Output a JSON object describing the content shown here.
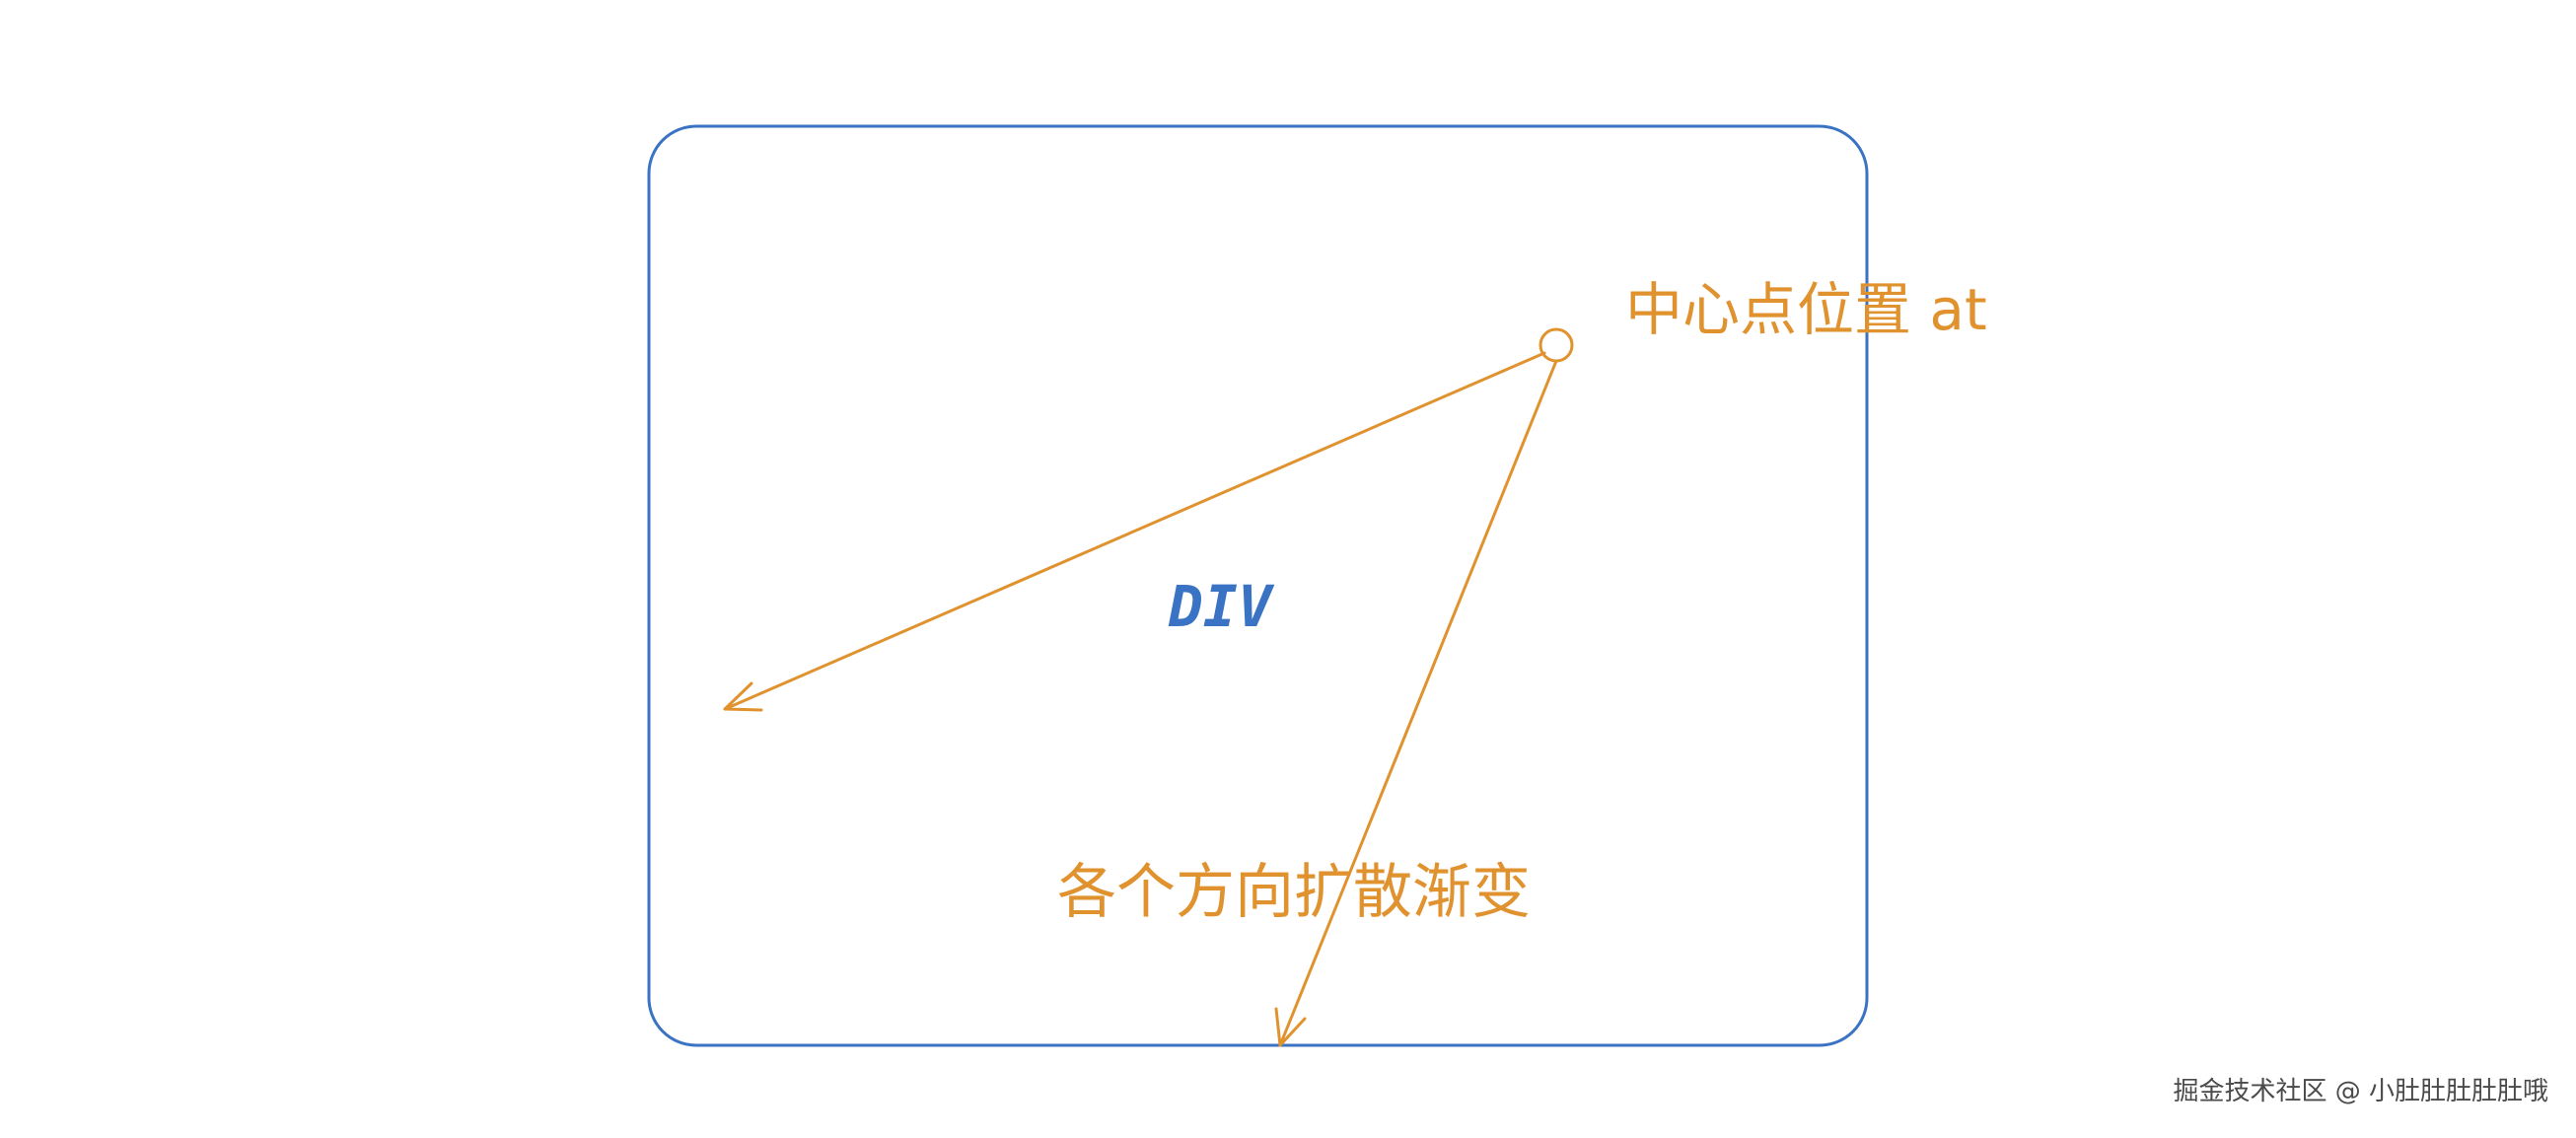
{
  "labels": {
    "center_position": "中心点位置 at",
    "spread_gradient": "各个方向扩散渐变",
    "box_name": "DIV"
  },
  "watermark": "掘金技术社区 @ 小肚肚肚肚肚哦",
  "colors": {
    "box_stroke": "#3b73c4",
    "arrow_stroke": "#e0922f",
    "label_orange": "#e0922f",
    "label_blue": "#3b73c4",
    "watermark": "#4a4a4a",
    "background": "#ffffff"
  }
}
